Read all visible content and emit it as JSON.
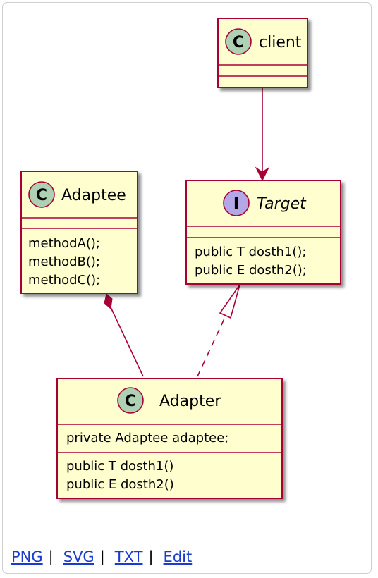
{
  "diagram": {
    "classes": {
      "client": {
        "stereotype_letter": "C",
        "name": "client",
        "attributes": [],
        "methods": []
      },
      "target": {
        "stereotype_letter": "I",
        "name": "Target",
        "attributes": [],
        "methods": [
          "public T dosth1();",
          "public E dosth2();"
        ]
      },
      "adaptee": {
        "stereotype_letter": "C",
        "name": "Adaptee",
        "attributes": [],
        "methods": [
          "methodA();",
          "methodB();",
          "methodC();"
        ]
      },
      "adapter": {
        "stereotype_letter": "C",
        "name": "Adapter",
        "attributes": [
          "private Adaptee adaptee;"
        ],
        "methods": [
          "public T dosth1()",
          "public E dosth2()"
        ]
      }
    },
    "relations": [
      {
        "from": "client",
        "to": "Target",
        "kind": "association"
      },
      {
        "from": "Adapter",
        "to": "Target",
        "kind": "realization"
      },
      {
        "from": "Adaptee",
        "to": "Adapter",
        "kind": "composition"
      }
    ]
  },
  "colors": {
    "class_fill": "#fefece",
    "class_border": "#a80036",
    "class_icon": "#add1b2",
    "interface_icon": "#b4a7e5",
    "link": "#1a3bcf"
  },
  "links": {
    "png": "PNG",
    "svg": "SVG",
    "txt": "TXT",
    "edit": "Edit",
    "separator": "|"
  }
}
